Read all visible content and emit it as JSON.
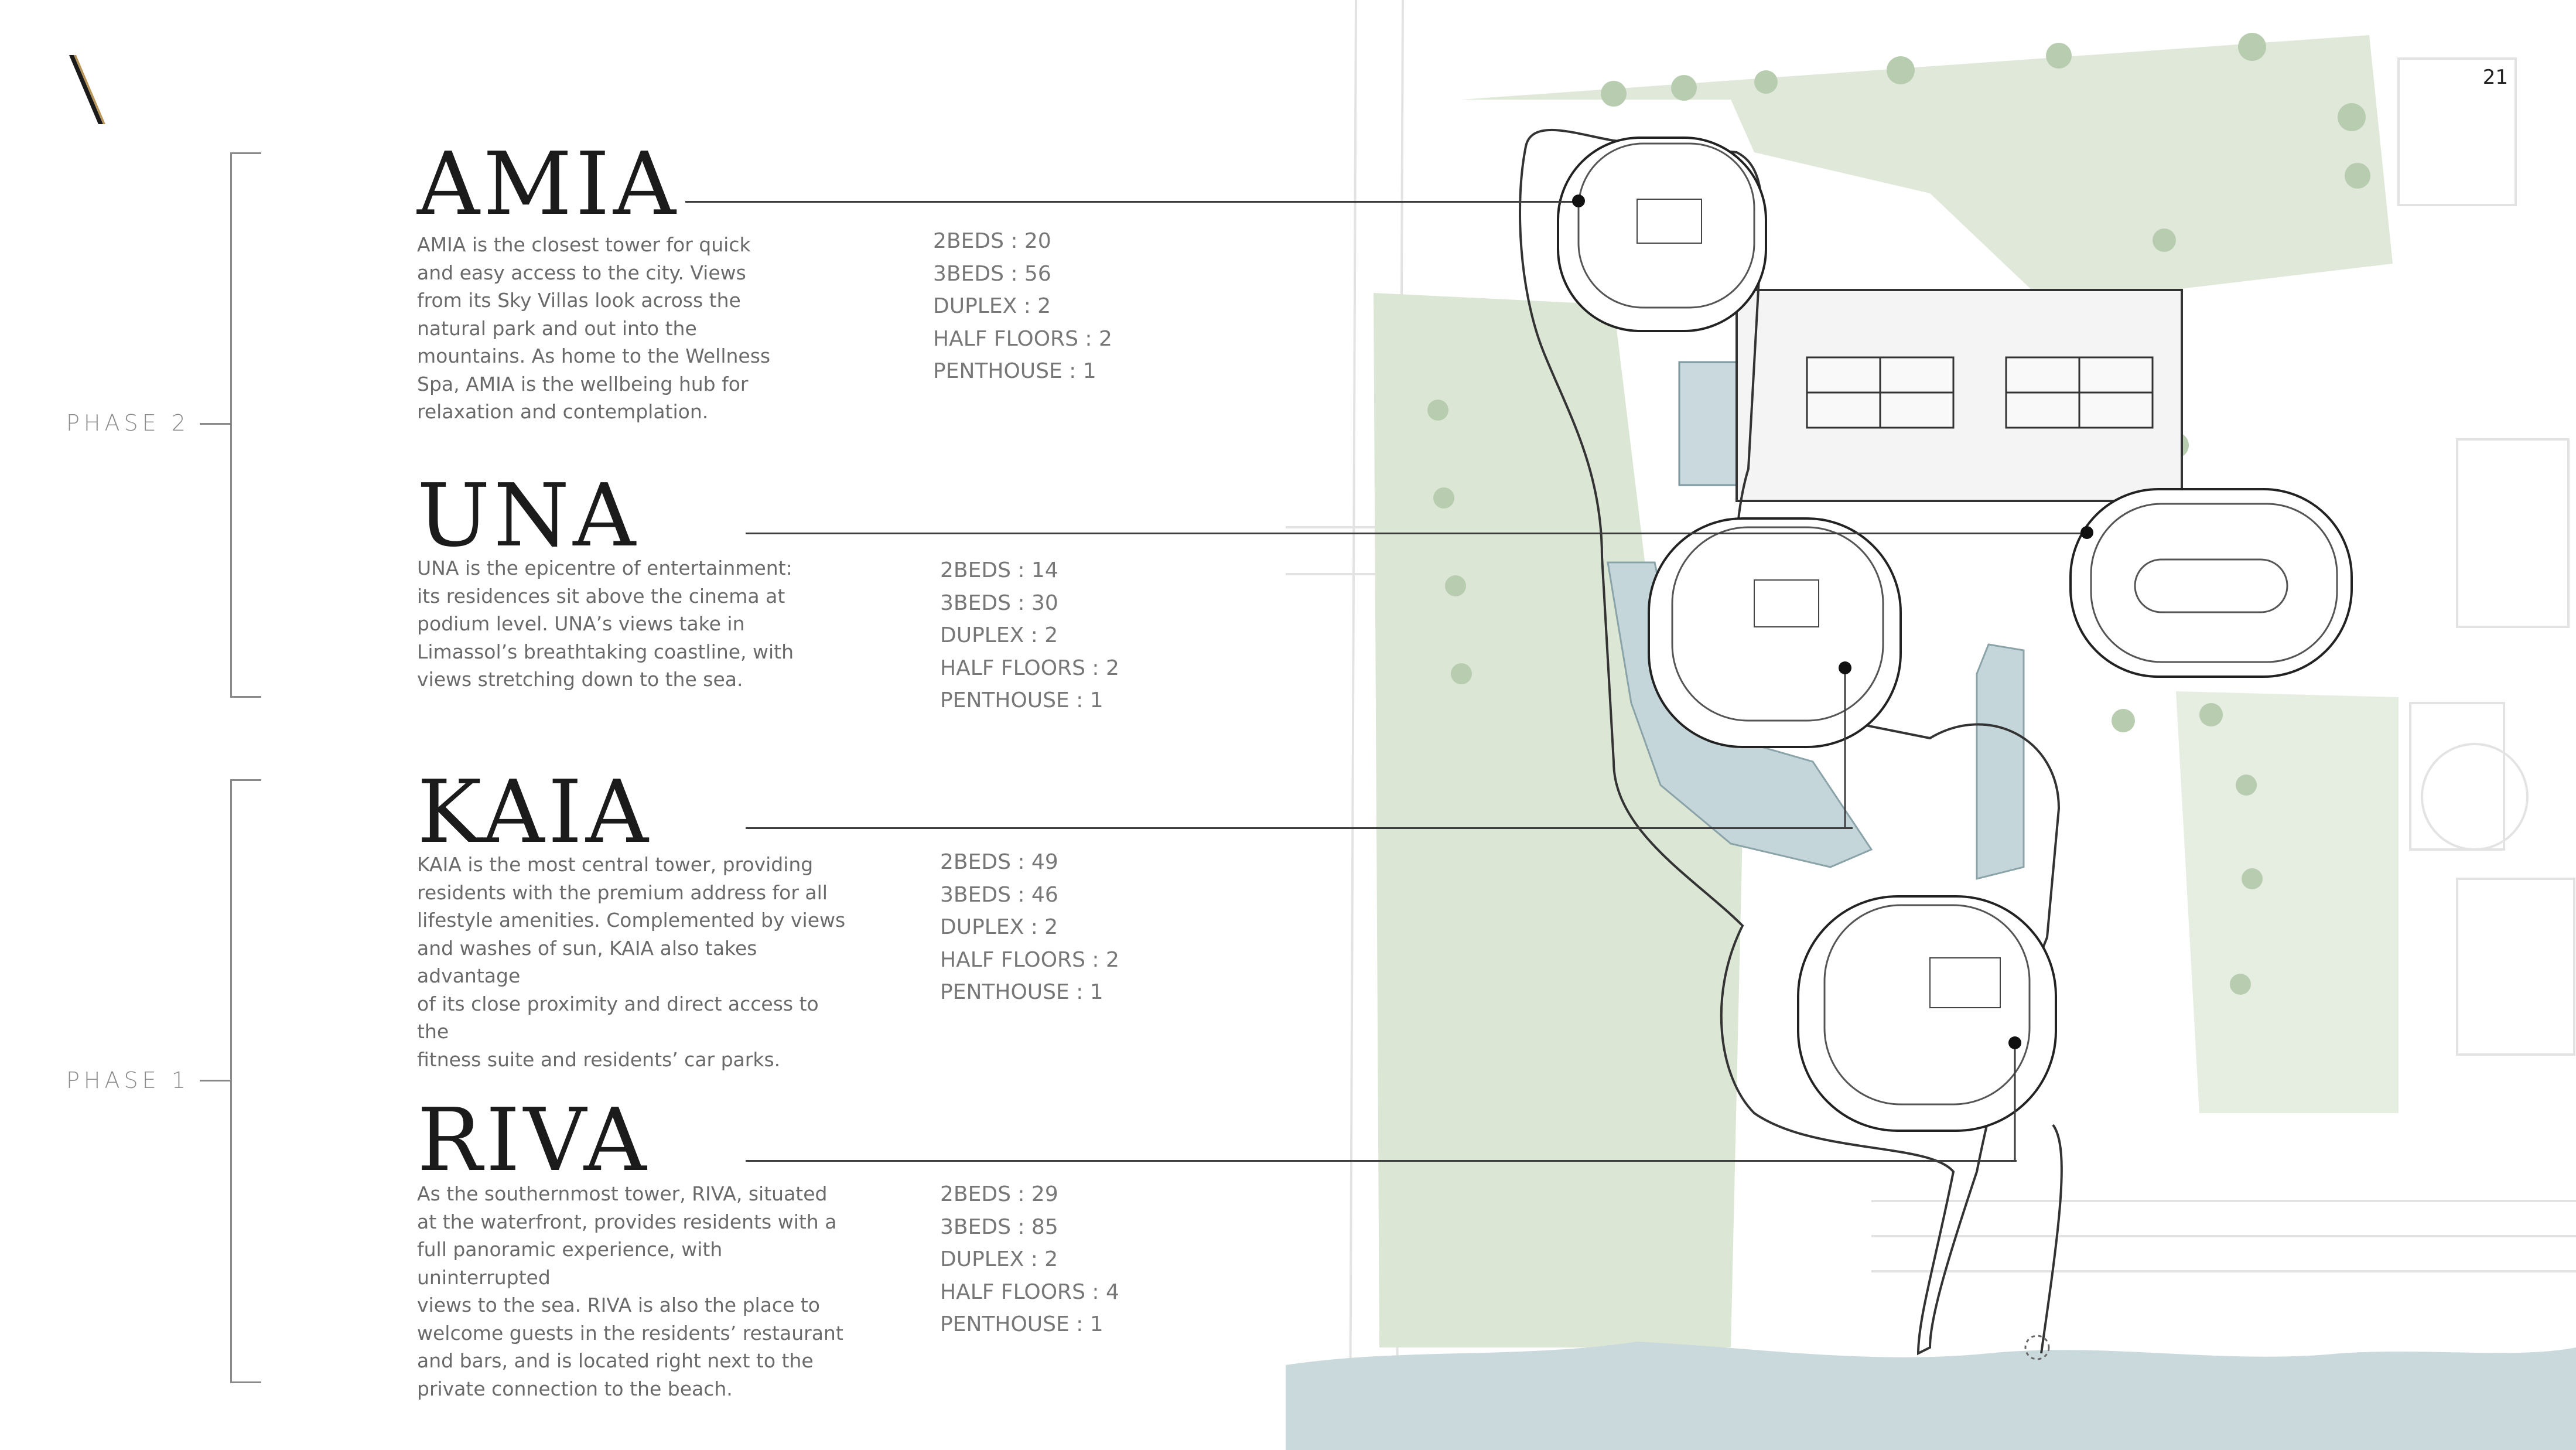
{
  "page_number": "21",
  "logo": {
    "icon": "diagonal-slash-logo-icon"
  },
  "phases": [
    {
      "label": "PHASE 2"
    },
    {
      "label": "PHASE 1"
    }
  ],
  "towers": [
    {
      "name": "AMIA",
      "description": [
        "AMIA is the closest tower for quick",
        "and easy access to the city. Views",
        "from its Sky Villas look across the",
        "natural park and out into the",
        "mountains. As home to the Wellness",
        "Spa, AMIA is the wellbeing hub for",
        "relaxation and contemplation."
      ],
      "units": [
        "2BEDS : 20",
        "3BEDS : 56",
        "DUPLEX : 2",
        "HALF FLOORS : 2",
        "PENTHOUSE : 1"
      ]
    },
    {
      "name": "UNA",
      "description": [
        "UNA is the epicentre of entertainment:",
        "its residences sit above the cinema at",
        "podium level. UNA’s views take in",
        "Limassol’s breathtaking coastline, with",
        "views stretching down to the sea."
      ],
      "units": [
        "2BEDS : 14",
        "3BEDS : 30",
        "DUPLEX : 2",
        "HALF FLOORS : 2",
        "PENTHOUSE : 1"
      ]
    },
    {
      "name": "KAIA",
      "description": [
        "KAIA is the most central tower, providing",
        "residents with the premium address for all",
        "lifestyle amenities. Complemented by views",
        "and washes of sun, KAIA also takes advantage",
        "of its close proximity and direct access to the",
        "fitness suite and residents’ car parks."
      ],
      "units": [
        "2BEDS : 49",
        "3BEDS : 46",
        "DUPLEX : 2",
        "HALF FLOORS : 2",
        "PENTHOUSE : 1"
      ]
    },
    {
      "name": "RIVA",
      "description": [
        "As the southernmost tower, RIVA, situated",
        "at the waterfront, provides residents with a",
        "full panoramic experience, with uninterrupted",
        "views to the sea. RIVA is also the place to",
        "welcome guests in the residents’ restaurant",
        "and bars, and is located right next to the",
        "private connection to the beach."
      ],
      "units": [
        "2BEDS : 29",
        "3BEDS : 85",
        "DUPLEX : 2",
        "HALF FLOORS : 4",
        "PENTHOUSE : 1"
      ]
    }
  ],
  "colors": {
    "line": "#3d3d3d",
    "greenery": "#cfdcc8",
    "water": "#c5d6da",
    "sea": "#c9d9dc",
    "gold": "#b9975b"
  }
}
